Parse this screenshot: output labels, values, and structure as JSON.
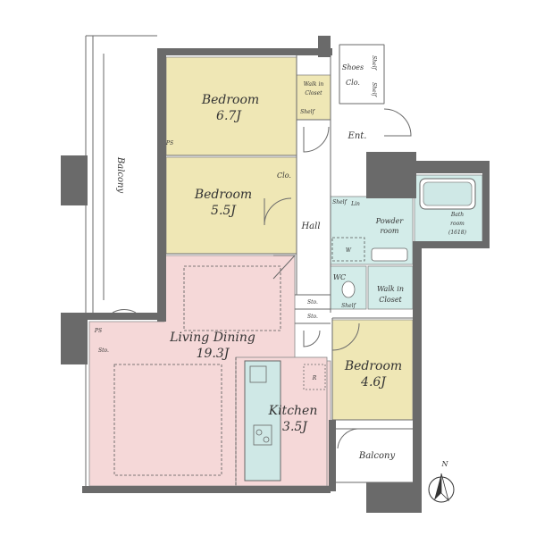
{
  "colors": {
    "bedroom": "#efe7b5",
    "living": "#f5d8d8",
    "wet": "#d3ece9",
    "wall": "#6a6a6a",
    "outline": "#888888"
  },
  "rooms": {
    "bedroom1": {
      "name": "Bedroom",
      "size": "6.7J"
    },
    "bedroom2": {
      "name": "Bedroom",
      "size": "5.5J"
    },
    "bedroom3": {
      "name": "Bedroom",
      "size": "4.6J"
    },
    "living": {
      "name": "Living Dining",
      "size": "19.3J"
    },
    "kitchen": {
      "name": "Kitchen",
      "size": "3.5J"
    },
    "powder": {
      "line1": "Powder",
      "line2": "room"
    },
    "bath": {
      "line1": "Bath",
      "line2": "room",
      "line3": "(1618)"
    },
    "walkin1": {
      "line1": "Walk in",
      "line2": "Closet"
    },
    "walkin2": {
      "line1": "Walk in",
      "line2": "Closet"
    },
    "shoes": {
      "line1": "Shoes",
      "line2": "Clo."
    }
  },
  "labels": {
    "balcony_west": "Balcony",
    "balcony_south": "Balcony",
    "hall": "Hall",
    "entrance": "Ent.",
    "closet": "Clo.",
    "storage1": "Sto.",
    "storage2": "Sto.",
    "storage3": "Sto.",
    "wc": "WC",
    "washer": "W",
    "fridge": "R",
    "ps1": "PS",
    "ps2": "PS",
    "linen": "Lin",
    "shelf1": "Shelf",
    "shelf2": "Shelf",
    "shelf3": "Shelf",
    "shelf4": "Shelf",
    "shelf5": "Shelf",
    "north": "N"
  }
}
